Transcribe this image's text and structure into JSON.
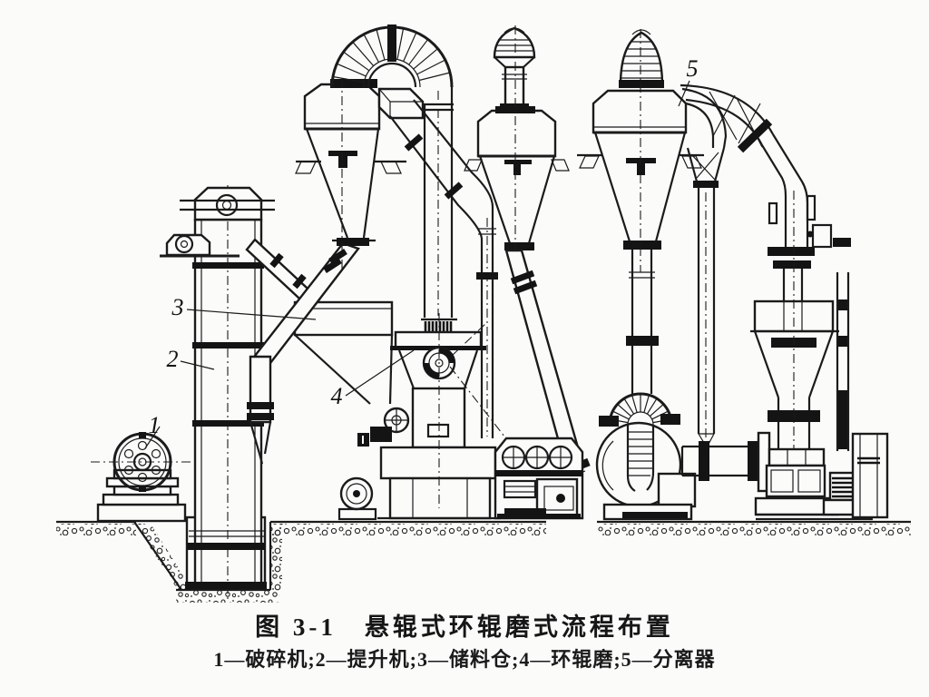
{
  "figure": {
    "caption": "图 3-1　悬辊式环辊磨式流程布置",
    "legend_text": "1—破碎机;2—提升机;3—储料仓;4—环辊磨;5—分离器",
    "parts": [
      {
        "num": "1",
        "name": "破碎机"
      },
      {
        "num": "2",
        "name": "提升机"
      },
      {
        "num": "3",
        "name": "储料仓"
      },
      {
        "num": "4",
        "name": "环辊磨"
      },
      {
        "num": "5",
        "name": "分离器"
      }
    ]
  },
  "callouts": {
    "crusher": "1",
    "elevator": "2",
    "storage_bin": "3",
    "ring_roller_mill": "4",
    "separator": "5"
  },
  "colors": {
    "ink": "#1b1b1b",
    "paper": "#fbfbf9"
  }
}
